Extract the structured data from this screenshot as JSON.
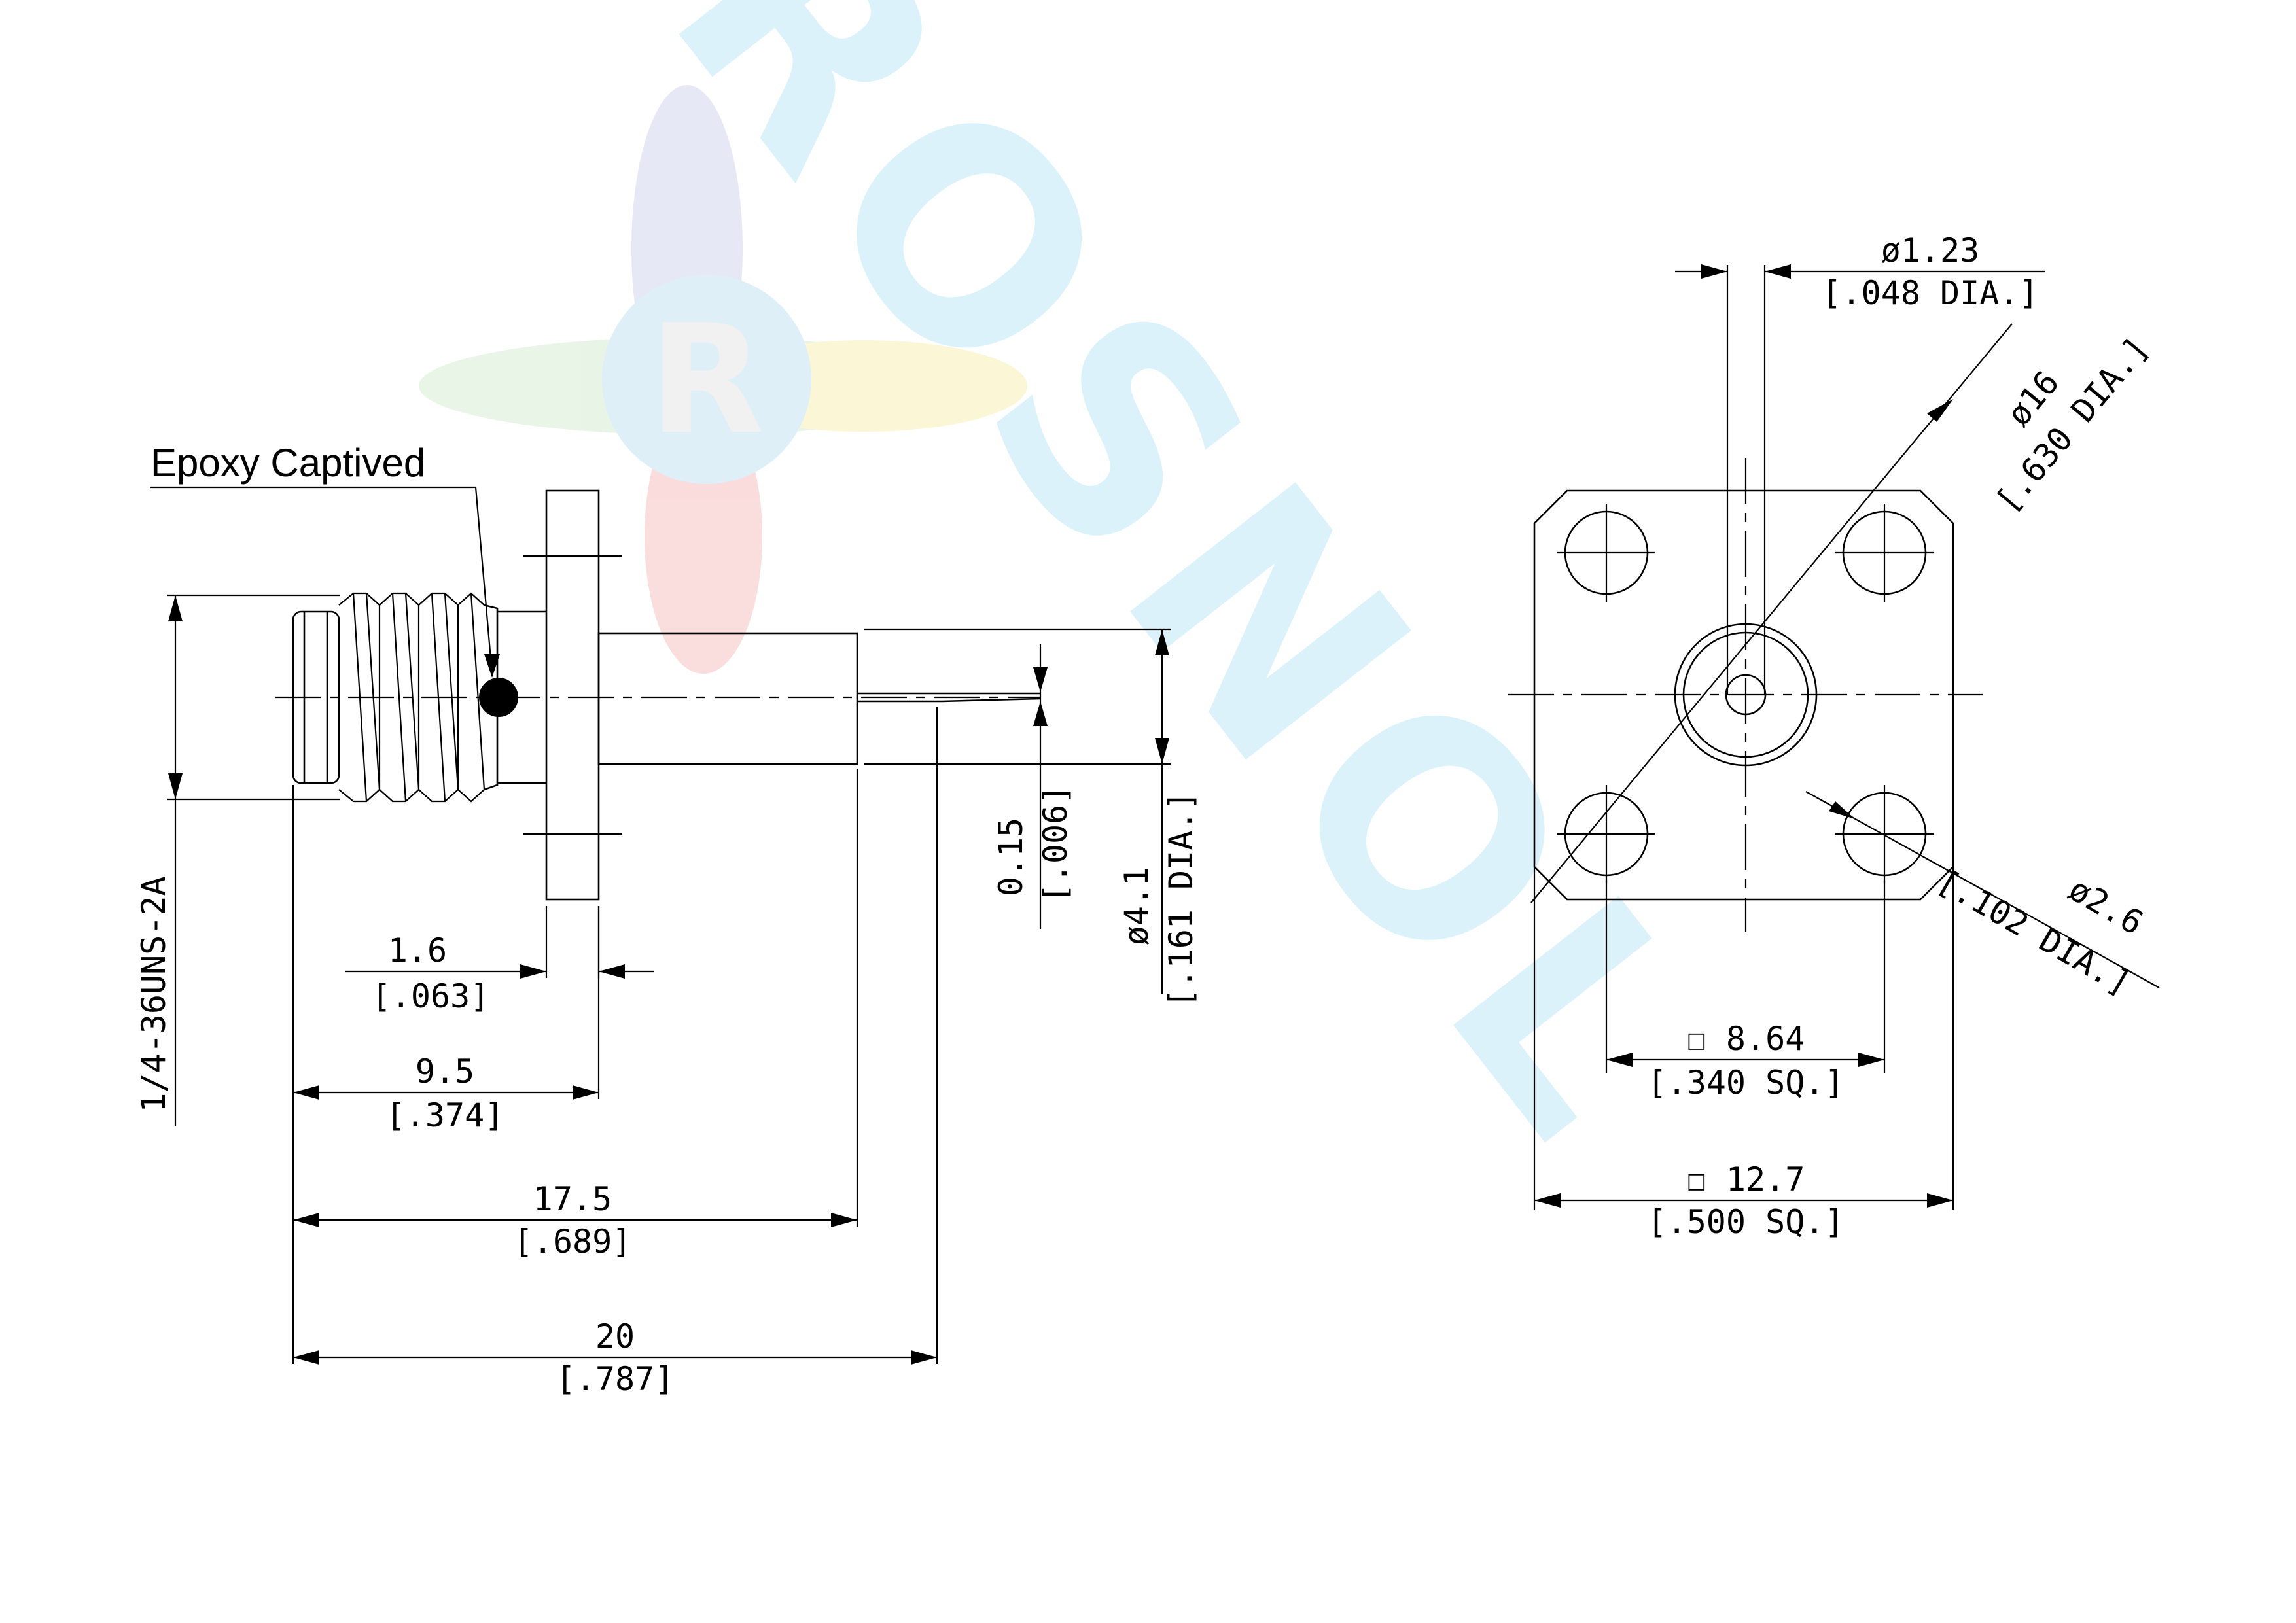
{
  "callout": {
    "epoxy": "Epoxy Captived"
  },
  "thread_spec": "1/4-36UNS-2A",
  "side_view": {
    "flange_thickness": {
      "mm": "1.6",
      "inch": "[.063]"
    },
    "thread_to_flange": {
      "mm": "9.5",
      "inch": "[.374]"
    },
    "body_length": {
      "mm": "17.5",
      "inch": "[.689]"
    },
    "overall_length": {
      "mm": "20",
      "inch": "[.787]"
    },
    "pin_diameter": {
      "mm": "0.15",
      "inch": "[.006]"
    },
    "body_diameter": {
      "mm": "ø4.1",
      "inch": "[.161 DIA.]"
    }
  },
  "front_view": {
    "center_pin": {
      "mm": "ø1.23",
      "inch": "[.048 DIA.]"
    },
    "bolt_circle": {
      "mm": "ø16",
      "inch": "[.630 DIA.]"
    },
    "mount_hole": {
      "mm": "ø2.6",
      "inch": "[.102 DIA.]"
    },
    "hole_spacing": {
      "mm": "☐ 8.64",
      "inch": "[.340 SQ.]"
    },
    "flange_square": {
      "mm": "☐ 12.7",
      "inch": "[.500 SQ.]"
    }
  },
  "watermark": {
    "logo_letter": "R",
    "brand": "ROSNOL"
  },
  "colors": {
    "line": "#000000",
    "watermark_blue": "#bfe8f7",
    "watermark_red": "#f6c1c1",
    "watermark_yellow": "#f8efb5",
    "watermark_green": "#c9e8c4"
  }
}
